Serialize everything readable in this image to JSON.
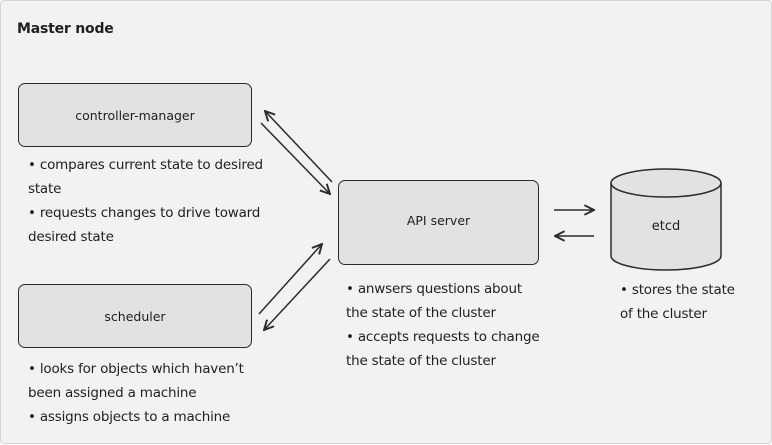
{
  "title": "Master node",
  "nodes": {
    "controller_manager": {
      "label": "controller-manager",
      "notes": [
        "• compares current state to desired",
        "state",
        "• requests changes to drive toward",
        "desired state"
      ]
    },
    "scheduler": {
      "label": "scheduler",
      "notes": [
        "• looks for objects which haven’t",
        "been assigned  a machine",
        "• assigns objects to a machine"
      ]
    },
    "api_server": {
      "label": "API server",
      "notes": [
        "• anwsers questions about",
        "the state of the cluster",
        "•  accepts requests to change",
        "the state of the cluster"
      ]
    },
    "etcd": {
      "label": "etcd",
      "notes": [
        "• stores the state",
        "of the cluster"
      ]
    }
  },
  "colors": {
    "background": "#f2f2f2",
    "node_fill": "#e2e2e2",
    "stroke": "#2b2b2b",
    "text": "#1f1f1f"
  }
}
